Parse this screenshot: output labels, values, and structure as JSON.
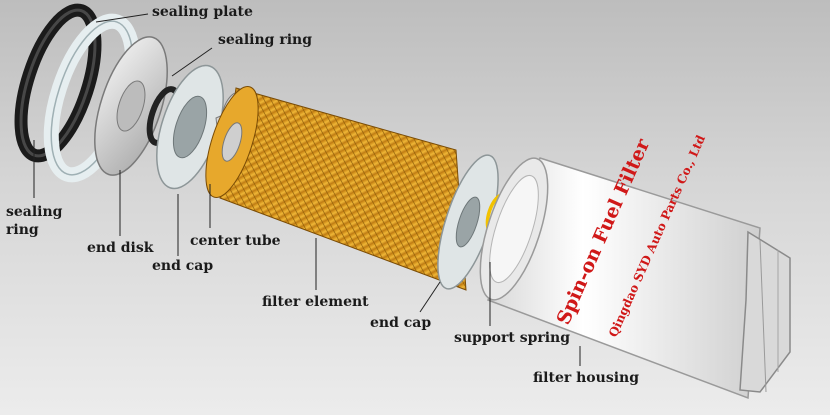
{
  "labels": {
    "sealing_plate": "sealing plate",
    "sealing_ring_top": "sealing ring",
    "sealing_ring_left": "sealing\nring",
    "end_disk": "end disk",
    "end_cap_left": "end cap",
    "center_tube": "center tube",
    "filter_element": "filter element",
    "end_cap_right": "end cap",
    "support_spring": "support spring",
    "filter_housing": "filter housing"
  },
  "housing_print": {
    "title": "Spin-on Fuel Filter",
    "maker": "Qingdao SYD Auto Parts Co., Ltd"
  },
  "colors": {
    "background_top": "#bdbdbd",
    "label_text": "#1a1a1a",
    "filter_pleats": "#e0a020",
    "spring": "#f2c200",
    "housing_text": "#d01818"
  }
}
